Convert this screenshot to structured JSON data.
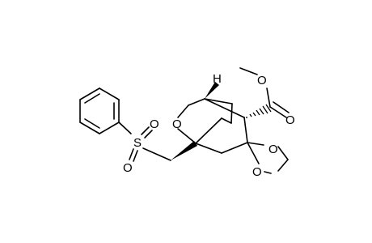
{
  "molecule": {
    "atoms": {
      "ring_oxygen": "O",
      "bridgehead_h": "H",
      "sulfur": "S",
      "sulfonyl_o_top": "O",
      "sulfonyl_o_bottom": "O",
      "ester_ether_o": "O",
      "ester_carbonyl_o": "O",
      "dioxolane_o_top": "O",
      "dioxolane_o_bottom": "O"
    }
  },
  "colors": {
    "background": "#ffffff",
    "bonds": "#000000",
    "labels": "#000000"
  }
}
